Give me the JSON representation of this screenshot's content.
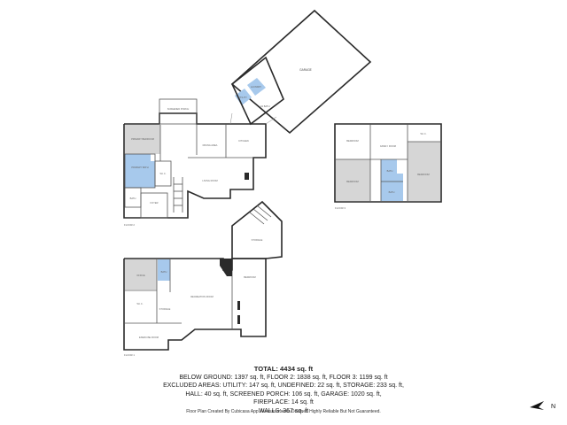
{
  "rooms": {
    "garage": "GARAGE",
    "laundry": "LAUNDRY",
    "utility": "UTILITY",
    "bath": "BATH",
    "half_bath": "1/2 BATH",
    "screened_porch": "SCREENED PORCH",
    "primary_bedroom": "PRIMARY BEDROOM",
    "primary_bath": "PRIMARY BATH",
    "wic": "W.I.C.",
    "dining_area": "DINING AREA",
    "kitchen": "KITCHEN",
    "living_room": "LIVING ROOM",
    "foyer": "FOYER",
    "bedroom": "BEDROOM",
    "family_room": "FAMILY ROOM",
    "storage": "STORAGE",
    "recreation_room": "RECREATION ROOM",
    "office": "OFFICE",
    "exercise_room": "EXERCISE ROOM",
    "porch": "PORCH"
  },
  "floors": {
    "floor_1": "FLOOR 1",
    "floor_2": "FLOOR 2",
    "floor_3": "FLOOR 3"
  },
  "summary": {
    "total": "TOTAL: 4434 sq. ft",
    "line1": "BELOW GROUND: 1397 sq. ft, FLOOR 2: 1838 sq. ft, FLOOR 3: 1199 sq. ft",
    "line2": "EXCLUDED AREAS: UTILITY: 147 sq. ft, UNDEFINED: 22 sq. ft, STORAGE: 233 sq. ft,",
    "line3": "HALL: 40 sq. ft, SCREENED PORCH: 106 sq. ft, GARAGE: 1020 sq. ft,",
    "line4": "FIREPLACE: 14 sq. ft",
    "line5": "WALLS: 367 sq. ft"
  },
  "credit": "Floor Plan Created By Cubicasa App. Measurements Deemed Highly Reliable But Not Guaranteed.",
  "compass_letter": "N",
  "colors": {
    "wet_room": "#a7c9ec",
    "shaded_room": "#d6d6d6",
    "wall": "#2a2a2a"
  }
}
